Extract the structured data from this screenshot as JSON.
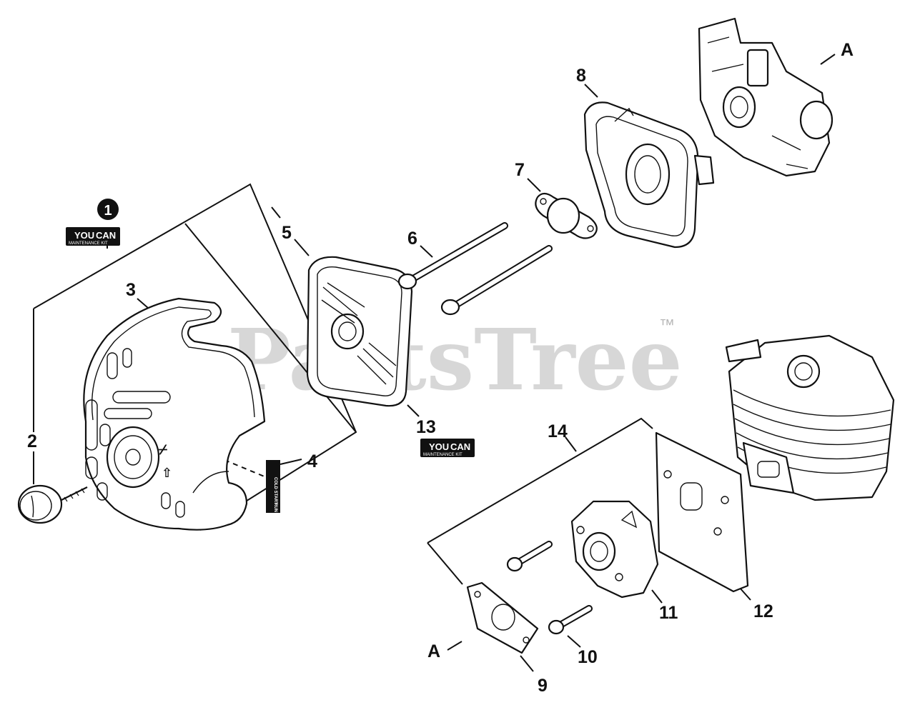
{
  "diagram": {
    "watermark": "PartsTree",
    "trademark": "™",
    "kit_badge": {
      "line1": "YOU",
      "line2": "CAN",
      "line3": "MAINTENANCE KIT"
    },
    "kit_marker": "1",
    "decal": {
      "top": "COLD START",
      "bottom": "RUN"
    },
    "callouts": [
      {
        "id": "2",
        "label": "2"
      },
      {
        "id": "3",
        "label": "3"
      },
      {
        "id": "4",
        "label": "4"
      },
      {
        "id": "5",
        "label": "5"
      },
      {
        "id": "6",
        "label": "6"
      },
      {
        "id": "7",
        "label": "7"
      },
      {
        "id": "8",
        "label": "8"
      },
      {
        "id": "9",
        "label": "9"
      },
      {
        "id": "10",
        "label": "10"
      },
      {
        "id": "11",
        "label": "11"
      },
      {
        "id": "12",
        "label": "12"
      },
      {
        "id": "13",
        "label": "13"
      },
      {
        "id": "14",
        "label": "14"
      }
    ],
    "ref_marks": [
      {
        "id": "A-top",
        "label": "A"
      },
      {
        "id": "A-bottom",
        "label": "A"
      }
    ]
  }
}
